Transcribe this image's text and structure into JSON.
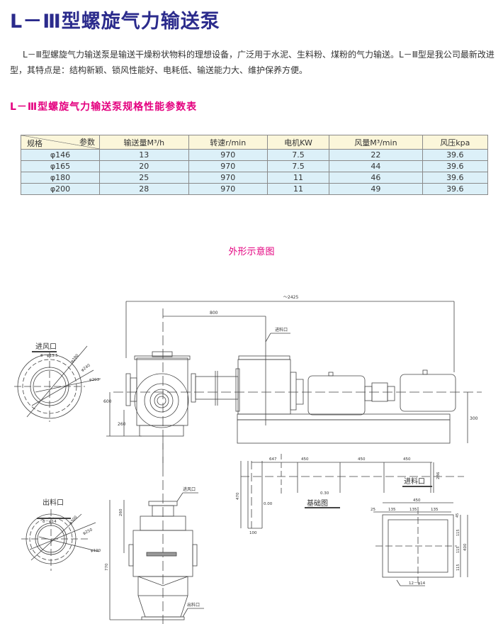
{
  "title": "L－Ⅲ型螺旋气力输送泵",
  "intro": "L－Ⅲ型螺旋气力输送泵是输送干燥粉状物料的理想设备，广泛用于水泥、生料粉、煤粉的气力输送。L－Ⅲ型是我公司最新改进型，其特点是：结构新颖、锁风性能好、电耗低、输送能力大、维护保养方便。",
  "table_title": "L－Ⅲ型螺旋气力输送泵规格性能参数表",
  "table": {
    "corner_top": "参数",
    "corner_bottom": "规格",
    "headers": [
      "输送量M³/h",
      "转速r/min",
      "电机KW",
      "风量M³/min",
      "风压kpa"
    ],
    "rows": [
      [
        "φ146",
        "13",
        "970",
        "7.5",
        "22",
        "39.6"
      ],
      [
        "φ165",
        "20",
        "970",
        "7.5",
        "44",
        "39.6"
      ],
      [
        "φ180",
        "25",
        "970",
        "11",
        "46",
        "39.6"
      ],
      [
        "φ200",
        "28",
        "970",
        "11",
        "49",
        "39.6"
      ]
    ]
  },
  "figure_title": "外形示意图",
  "drawing": {
    "air_inlet_label": "进风口",
    "air_inlet_holes": "8－φ13.5",
    "air_inlet_d1": "φ280",
    "air_inlet_d2": "φ240",
    "air_inlet_d3": "φ203",
    "dim_total": "～2425",
    "dim_800": "800",
    "feed_inlet_callout": "进料口",
    "dim_300": "300",
    "dim_600": "600",
    "dim_260": "260",
    "dim_647": "647",
    "dim_450a": "450",
    "dim_450b": "450",
    "dim_450c": "450",
    "dim_286": "286",
    "dim_470": "470",
    "level_000": "0.00",
    "level_030": "0.30",
    "dim_100": "100",
    "foundation_label": "基础图",
    "air_inlet_callout": "进风口",
    "dim_260b": "260",
    "dim_770": "770",
    "outlet_callout": "出料口",
    "outlet_label": "出料口",
    "outlet_holes": "8－φ14",
    "outlet_d1": "φ300",
    "outlet_d2": "φ250",
    "outlet_d3": "φ190",
    "feed_label": "进料口",
    "feed_450": "450",
    "feed_25": "25",
    "feed_135a": "135",
    "feed_135b": "135",
    "feed_135c": "135",
    "feed_45": "45",
    "feed_115a": "115",
    "feed_115b": "115",
    "feed_115c": "115",
    "feed_400": "400",
    "feed_holes": "12－φ14"
  }
}
